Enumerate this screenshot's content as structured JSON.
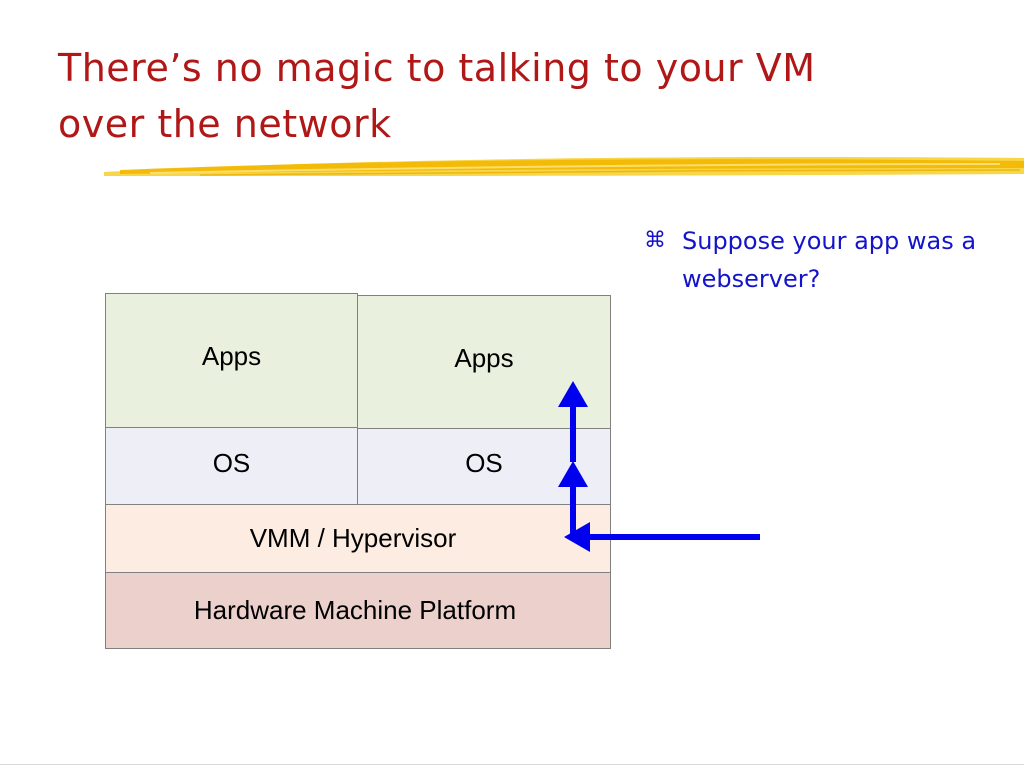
{
  "slide": {
    "title_line1": "There’s no magic to talking to your VM",
    "title_line2": "over the network",
    "bullet_glyph": "⌘",
    "bullet_text": "Suppose your app was a webserver?"
  },
  "diagram": {
    "vm1": {
      "apps_label": "Apps",
      "os_label": "OS"
    },
    "vm2": {
      "apps_label": "Apps",
      "os_label": "OS"
    },
    "vmm_label": "VMM / Hypervisor",
    "hardware_label": "Hardware Machine Platform"
  },
  "colors": {
    "title": "#b01818",
    "bullet": "#1414c8",
    "arrow": "#0000ee",
    "underline": "#f5c200",
    "apps_fill": "#eaf0de",
    "os_fill": "#eeeef6",
    "vmm_fill": "#fcece2",
    "hardware_fill": "#ecd0cc"
  }
}
